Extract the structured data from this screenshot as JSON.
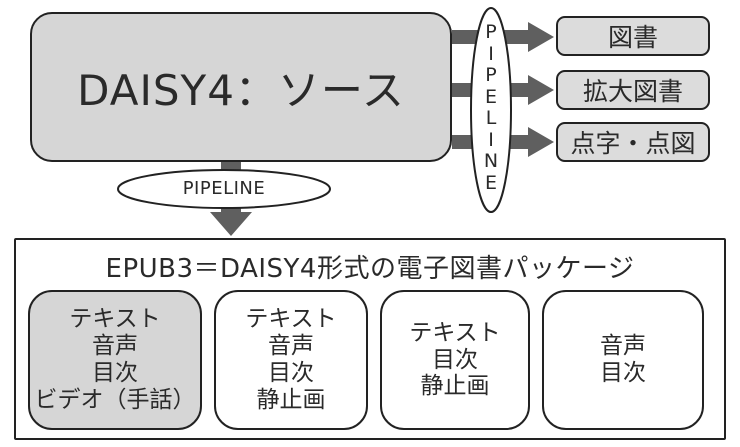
{
  "source": {
    "label": "DAISY4：ソース"
  },
  "vertical_pipeline": {
    "label": "PIPELINE"
  },
  "horizontal_pipeline": {
    "label": "PIPELINE"
  },
  "outputs": [
    "図書",
    "拡大図書",
    "点字・点図"
  ],
  "package": {
    "title": "EPUB3＝DAISY4形式の電子図書パッケージ",
    "boxes": [
      {
        "items": [
          "テキスト",
          "音声",
          "目次",
          "ビデオ（手話）"
        ],
        "shaded": true
      },
      {
        "items": [
          "テキスト",
          "音声",
          "目次",
          "静止画"
        ],
        "shaded": false
      },
      {
        "items": [
          "テキスト",
          "目次",
          "静止画"
        ],
        "shaded": false
      },
      {
        "items": [
          "音声",
          "目次"
        ],
        "shaded": false
      }
    ]
  },
  "colors": {
    "arrow": "#5f5f5f",
    "box_fill": "#d6d6d6",
    "border": "#222222"
  }
}
